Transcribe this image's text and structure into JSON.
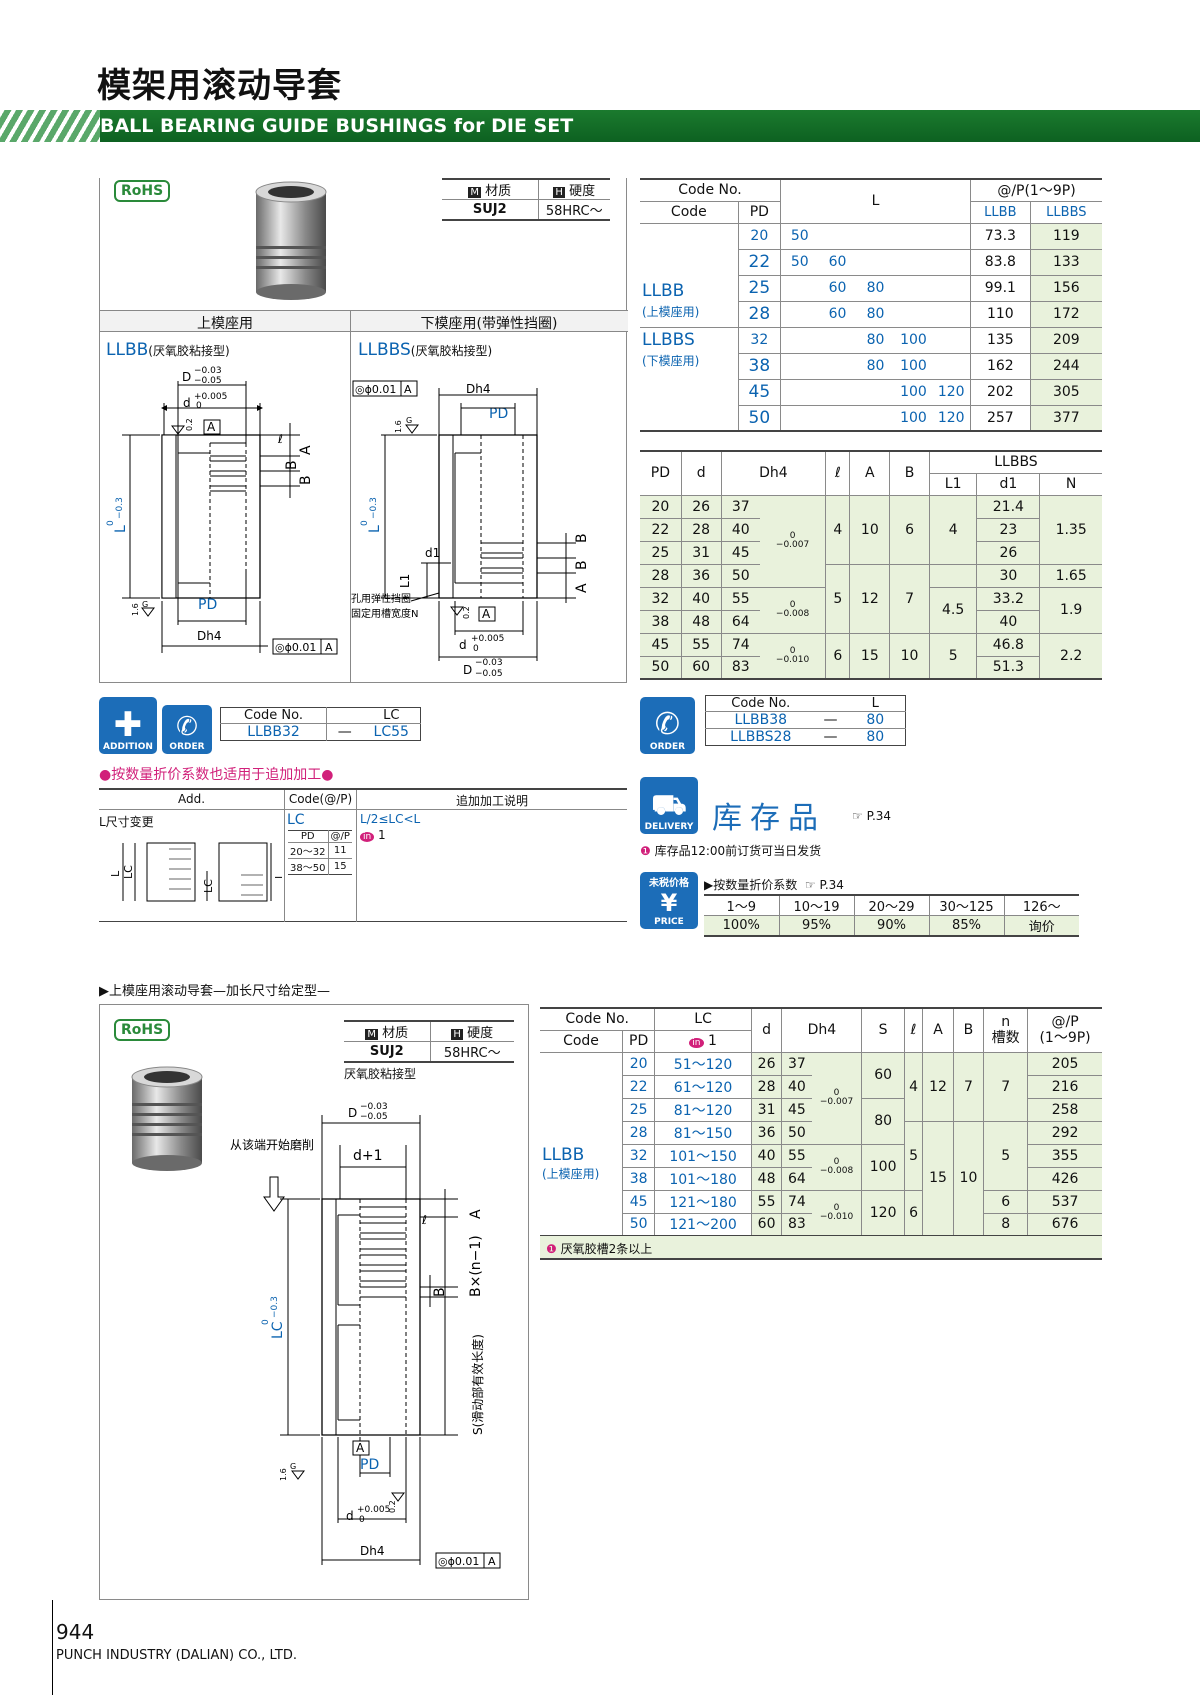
{
  "header": {
    "title_cn": "模架用滚动导套",
    "title_en": "BALL BEARING GUIDE BUSHINGS for DIE SET"
  },
  "rohs": "RoHS",
  "mat": {
    "h_material": "材质",
    "h_hardness": "硬度",
    "material": "SUJ2",
    "hardness": "58HRC～",
    "m": "M",
    "h": "H"
  },
  "upper": {
    "label": "上模座用",
    "type": "LLBB",
    "type_note": "(厌氧胶粘接型)"
  },
  "lower": {
    "label": "下模座用(带弹性挡圈)",
    "type": "LLBBS",
    "type_note": "(厌氧胶粘接型)"
  },
  "dims": {
    "D": "D",
    "D_tol_u": "−0.03",
    "D_tol_l": "−0.05",
    "d": "d",
    "d_tol_u": "+0.005",
    "d_tol_l": "0",
    "PD": "PD",
    "Dh4": "Dh4",
    "L": "L",
    "L_tol_u": "0",
    "L_tol_l": "−0.3",
    "A": "A",
    "B": "B",
    "l": "ℓ",
    "G": "G",
    "r16": "1.6",
    "r02": "0.2",
    "runout": "◎ϕ0.01",
    "datum": "A",
    "d1": "d1",
    "L1": "L1",
    "ring_note1": "孔用弹性挡圈",
    "ring_note2": "固定用槽宽度N"
  },
  "t1": {
    "h_codeno": "Code No.",
    "h_code": "Code",
    "h_pd": "PD",
    "h_l": "L",
    "h_price": "@/P(1～9P)",
    "h_llbb": "LLBB",
    "h_llbbs": "LLBBS",
    "code_llbb": "LLBB",
    "code_llbb_n": "(上模座用)",
    "code_llbbs": "LLBBS",
    "code_llbbs_n": "(下模座用)",
    "rows": [
      {
        "pd": "20",
        "l1": "50",
        "l2": "",
        "l3": "",
        "l4": "",
        "l5": "",
        "p1": "73.3",
        "p2": "119"
      },
      {
        "pd": "22",
        "l1": "50",
        "l2": "60",
        "l3": "",
        "l4": "",
        "l5": "",
        "p1": "83.8",
        "p2": "133"
      },
      {
        "pd": "25",
        "l1": "",
        "l2": "60",
        "l3": "80",
        "l4": "",
        "l5": "",
        "p1": "99.1",
        "p2": "156"
      },
      {
        "pd": "28",
        "l1": "",
        "l2": "60",
        "l3": "80",
        "l4": "",
        "l5": "",
        "p1": "110",
        "p2": "172"
      },
      {
        "pd": "32",
        "l1": "",
        "l2": "",
        "l3": "80",
        "l4": "100",
        "l5": "",
        "p1": "135",
        "p2": "209"
      },
      {
        "pd": "38",
        "l1": "",
        "l2": "",
        "l3": "80",
        "l4": "100",
        "l5": "",
        "p1": "162",
        "p2": "244"
      },
      {
        "pd": "45",
        "l1": "",
        "l2": "",
        "l3": "",
        "l4": "100",
        "l5": "120",
        "p1": "202",
        "p2": "305"
      },
      {
        "pd": "50",
        "l1": "",
        "l2": "",
        "l3": "",
        "l4": "100",
        "l5": "120",
        "p1": "257",
        "p2": "377"
      }
    ]
  },
  "t2": {
    "h": [
      "PD",
      "d",
      "Dh4",
      "ℓ",
      "A",
      "B",
      "LLBBS",
      "L1",
      "d1",
      "N"
    ],
    "pd": [
      "20",
      "22",
      "25",
      "28",
      "32",
      "38",
      "45",
      "50"
    ],
    "d": [
      "26",
      "28",
      "31",
      "36",
      "40",
      "48",
      "55",
      "60"
    ],
    "D": [
      "37",
      "40",
      "45",
      "50",
      "55",
      "64",
      "74",
      "83"
    ],
    "tol1_u": "0",
    "tol1_l": "−0.007",
    "tol2_u": "0",
    "tol2_l": "−0.008",
    "tol3_u": "0",
    "tol3_l": "−0.010",
    "l": [
      "4",
      "5",
      "6"
    ],
    "A": [
      "10",
      "12",
      "15"
    ],
    "B": [
      "6",
      "7",
      "10"
    ],
    "L1": [
      "4",
      "4.5",
      "5"
    ],
    "d1": [
      "21.4",
      "23",
      "26",
      "30",
      "33.2",
      "40",
      "46.8",
      "51.3"
    ],
    "N": [
      "1.35",
      "1.65",
      "1.9",
      "2.2"
    ]
  },
  "order1": {
    "addition": "ADDITION",
    "order": "ORDER",
    "h_code": "Code No.",
    "h_lc": "LC",
    "code": "LLBB32",
    "dash": "—",
    "lc": "LC55"
  },
  "order2": {
    "order": "ORDER",
    "h_code": "Code No.",
    "h_l": "L",
    "r1_code": "LLBB38",
    "r1_dash": "—",
    "r1_l": "80",
    "r2_code": "LLBBS28",
    "r2_dash": "—",
    "r2_l": "80"
  },
  "note_add": "●按数量折价系数也适用于追加加工●",
  "add": {
    "h_add": "Add.",
    "h_code": "Code(@/P)",
    "h_desc": "追加加工说明",
    "item": "L尺寸变更",
    "code": "LC",
    "h_pd": "PD",
    "h_p": "@/P",
    "r1_pd": "20～32",
    "r1_p": "11",
    "r2_pd": "38～50",
    "r2_p": "15",
    "desc": "L/2≤LC<L",
    "desc2": "1",
    "lc": "LC",
    "l": "L"
  },
  "stock": {
    "delivery": "DELIVERY",
    "title": "库存品",
    "ref": "☞ P.34",
    "note": "库存品12:00前订货可当日发货"
  },
  "price": {
    "badge_top": "未税价格",
    "yen": "¥",
    "badge_bottom": "PRICE",
    "title": "▶按数量折价系数",
    "ref": "☞ P.34",
    "h": [
      "1～9",
      "10～19",
      "20～29",
      "30～125",
      "126～"
    ],
    "v": [
      "100%",
      "95%",
      "90%",
      "85%",
      "询价"
    ]
  },
  "sec2": {
    "title": "▶上模座用滚动导套—加长尺寸给定型—",
    "type_note": "厌氧胶粘接型",
    "start_note": "从该端开始磨削",
    "d1": "d+1",
    "LC": "LC",
    "Bn": "B×(n−1)",
    "S": "S(滑动部有效长度)"
  },
  "t3": {
    "h_codeno": "Code No.",
    "h_code": "Code",
    "h_pd": "PD",
    "h_lc": "LC",
    "h_lc2": "1",
    "h_d": "d",
    "h_D": "Dh4",
    "h_S": "S",
    "h_l": "ℓ",
    "h_A": "A",
    "h_B": "B",
    "h_n": "n",
    "h_n2": "槽数",
    "h_p": "@/P",
    "h_p2": "(1～9P)",
    "code": "LLBB",
    "code_n": "(上模座用)",
    "pd": [
      "20",
      "22",
      "25",
      "28",
      "32",
      "38",
      "45",
      "50"
    ],
    "lc": [
      "51～120",
      "61～120",
      "81～120",
      "81～150",
      "101～150",
      "101～180",
      "121～180",
      "121～200"
    ],
    "d": [
      "26",
      "28",
      "31",
      "36",
      "40",
      "48",
      "55",
      "60"
    ],
    "D": [
      "37",
      "40",
      "45",
      "50",
      "55",
      "64",
      "74",
      "83"
    ],
    "S": [
      "60",
      "80",
      "100",
      "120"
    ],
    "l": [
      "4",
      "5",
      "6"
    ],
    "A": [
      "12",
      "15"
    ],
    "B": [
      "7",
      "10"
    ],
    "n": [
      "7",
      "5",
      "6",
      "8"
    ],
    "p": [
      "205",
      "216",
      "258",
      "292",
      "355",
      "426",
      "537",
      "676"
    ],
    "note": "厌氧胶槽2条以上"
  },
  "footer": {
    "page": "944",
    "company": "PUNCH INDUSTRY (DALIAN) CO., LTD."
  }
}
